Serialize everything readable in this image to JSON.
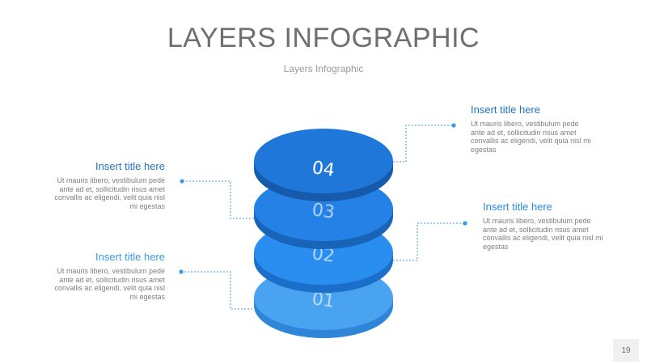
{
  "header": {
    "title": "LAYERS INFOGRAPHIC",
    "subtitle": "Layers Infographic"
  },
  "layers": [
    {
      "number": "01",
      "color": "#4aa3f0",
      "side": "#2f86d8"
    },
    {
      "number": "02",
      "color": "#2a8ef0",
      "side": "#1b6fc9"
    },
    {
      "number": "03",
      "color": "#2681e6",
      "side": "#1864b8"
    },
    {
      "number": "04",
      "color": "#1e77d9",
      "side": "#155aab"
    }
  ],
  "callouts": [
    {
      "id": "top-right",
      "title": "Insert title here",
      "body": "Ut mauris libero, vestibulum pede ante ad et, sollicitudin risus amet convallis ac eligendi, velit quia nisl mi egestas",
      "color": "#1f74c6"
    },
    {
      "id": "mid-right",
      "title": "Insert title here",
      "body": "Ut mauris libero, vestibulum pede ante ad et, sollicitudin risus amet convallis ac eligendi, velit quia nisl mi egestas",
      "color": "#2a8ae0"
    },
    {
      "id": "upper-left",
      "title": "Insert title here",
      "body": "Ut mauris libero, vestibulum pede ante ad et, sollicitudin risus amet convallis ac eligendi, velit quia nisl mi egestas",
      "color": "#1f74c6"
    },
    {
      "id": "lower-left",
      "title": "Insert title here",
      "body": "Ut mauris libero, vestibulum pede ante ad et, sollicitudin risus amet convallis ac eligendi, velit quia nisl mi egestas",
      "color": "#3a9ae8"
    }
  ],
  "footer": {
    "page_number": "19"
  },
  "colors": {
    "connector": "#3a9ae8",
    "title": "#6f6f6f"
  }
}
